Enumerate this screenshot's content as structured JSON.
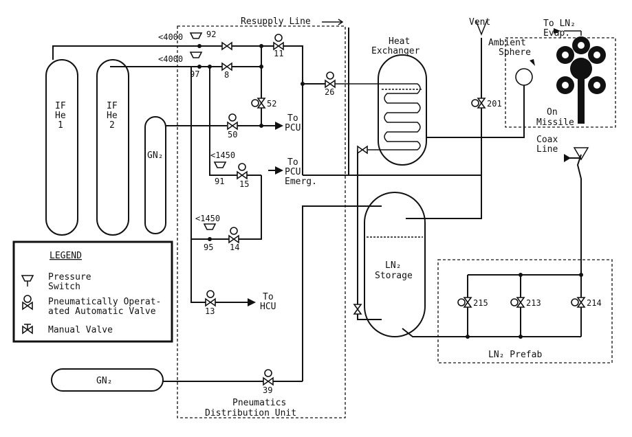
{
  "diagram": {
    "resupply_line": "Resupply Line",
    "vent": "Vent",
    "to_ln2_evap": [
      "To LN₂",
      "Evap."
    ],
    "heat_exchanger": [
      "Heat",
      "Exchanger"
    ],
    "ambient_sphere": [
      "Ambient",
      "Sphere"
    ],
    "on_missile": [
      "On",
      "Missile"
    ],
    "coax_line": [
      "Coax",
      "Line"
    ],
    "to_pcu": [
      "To",
      "PCU"
    ],
    "to_pcu_emerg": [
      "To",
      "PCU",
      "Emerg."
    ],
    "to_hcu": [
      "To",
      "HCU"
    ],
    "tanks": {
      "if_he_1": [
        "IF",
        "He",
        "1"
      ],
      "if_he_2": [
        "IF",
        "He",
        "2"
      ],
      "gn2_vertical": "GN₂",
      "gn2_horizontal": "GN₂",
      "ln2_storage": [
        "LN₂",
        "Storage"
      ]
    },
    "pressures": {
      "p92": "<4000",
      "p97": "<4000",
      "p91": "<1450",
      "p95": "<1450"
    },
    "valve_numbers": {
      "v92": "92",
      "v97": "97",
      "v8": "8",
      "v11": "11",
      "v52": "52",
      "v50": "50",
      "v91": "91",
      "v15": "15",
      "v95": "95",
      "v14": "14",
      "v13": "13",
      "v26": "26",
      "v201": "201",
      "v39": "39",
      "v215": "215",
      "v213": "213",
      "v214": "214"
    },
    "pneumatics_unit": [
      "Pneumatics",
      "Distribution  Unit"
    ],
    "ln2_prefab": "LN₂ Prefab"
  },
  "legend": {
    "title": "LEGEND",
    "items": [
      {
        "icon": "pressure-switch-icon",
        "text": [
          "Pressure",
          "Switch"
        ]
      },
      {
        "icon": "pneumatic-valve-icon",
        "text": [
          "Pneumatically Operat-",
          "ated Automatic Valve"
        ]
      },
      {
        "icon": "manual-valve-icon",
        "text": [
          "Manual Valve"
        ]
      }
    ]
  }
}
